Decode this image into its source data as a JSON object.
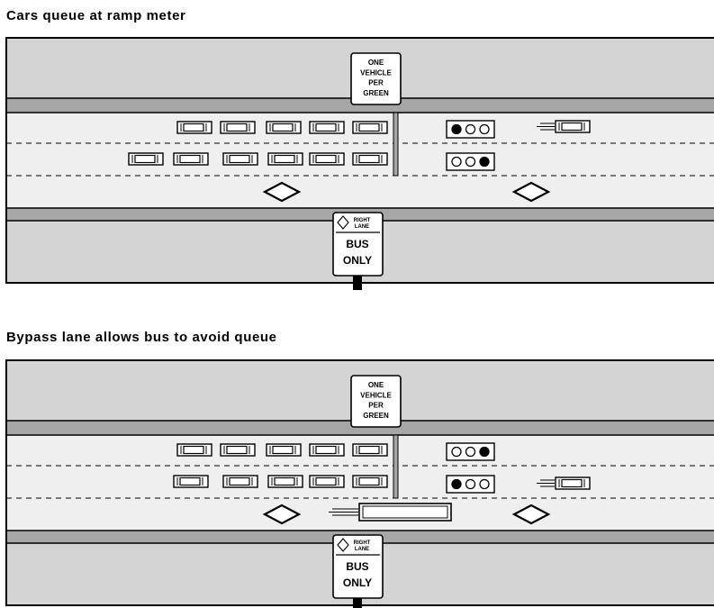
{
  "panels": [
    {
      "title": "Cars queue at ramp meter",
      "sign_top": [
        "ONE",
        "VEHICLE",
        "PER",
        "GREEN"
      ],
      "sign_bottom_small": [
        "RIGHT",
        "LANE"
      ],
      "sign_bottom_large": [
        "BUS",
        "ONLY"
      ],
      "signal_upper": "red",
      "signal_lower": "green",
      "bus_in_bypass": false,
      "moving_car_lane": "upper"
    },
    {
      "title": "Bypass lane allows bus to avoid queue",
      "sign_top": [
        "ONE",
        "VEHICLE",
        "PER",
        "GREEN"
      ],
      "sign_bottom_small": [
        "RIGHT",
        "LANE"
      ],
      "sign_bottom_large": [
        "BUS",
        "ONLY"
      ],
      "signal_upper": "green",
      "signal_lower": "red",
      "bus_in_bypass": true,
      "moving_car_lane": "lower"
    }
  ],
  "colors": {
    "shoulder": "#d4d4d4",
    "median": "#a6a6a6",
    "road": "#efefef",
    "line": "#000000"
  },
  "icons": [
    "diamond-lane-marking-icon",
    "traffic-signal-icon",
    "car-icon",
    "bus-icon"
  ]
}
